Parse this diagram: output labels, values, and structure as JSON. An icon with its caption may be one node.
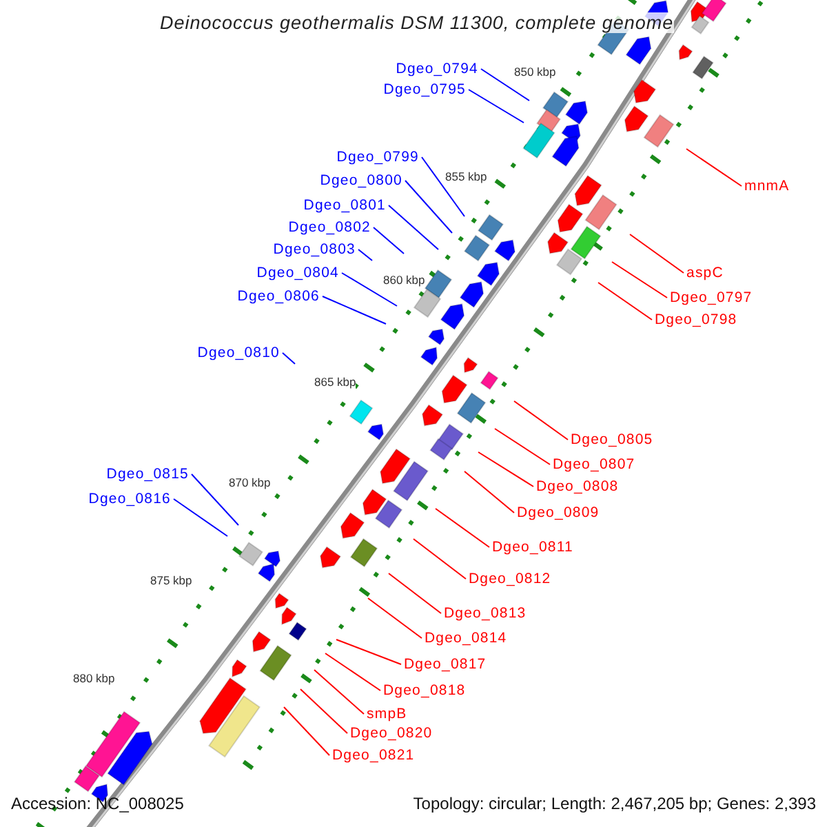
{
  "diagram": {
    "title": "Deinococcus geothermalis DSM 11300, complete genome",
    "nodes": [
      {
        "text": [
          "Dgeo_0794"
        ]
      },
      {
        "text": [
          "Dgeo_0795"
        ]
      },
      {
        "text": [
          "Dgeo_0799"
        ]
      },
      {
        "text": [
          "Dgeo_0800"
        ]
      },
      {
        "text": [
          "Dgeo_0801"
        ]
      },
      {
        "text": [
          "Dgeo_0802"
        ]
      },
      {
        "text": [
          "Dgeo_0803"
        ]
      },
      {
        "text": [
          "Dgeo_0804"
        ]
      },
      {
        "text": [
          "Dgeo_0806"
        ]
      },
      {
        "text": [
          "Dgeo_0810"
        ]
      },
      {
        "text": [
          "Dgeo_0815"
        ]
      },
      {
        "text": [
          "Dgeo_0816"
        ]
      },
      {
        "text": [
          "mnmA"
        ]
      },
      {
        "text": [
          "aspC"
        ]
      },
      {
        "text": [
          "Dgeo_0797"
        ]
      },
      {
        "text": [
          "Dgeo_0798"
        ]
      },
      {
        "text": [
          "Dgeo_0805"
        ]
      },
      {
        "text": [
          "Dgeo_0807"
        ]
      },
      {
        "text": [
          "Dgeo_0808"
        ]
      },
      {
        "text": [
          "Dgeo_0809"
        ]
      },
      {
        "text": [
          "Dgeo_0811"
        ]
      },
      {
        "text": [
          "Dgeo_0812"
        ]
      },
      {
        "text": [
          "Dgeo_0813"
        ]
      },
      {
        "text": [
          "Dgeo_0814"
        ]
      },
      {
        "text": [
          "Dgeo_0817"
        ]
      },
      {
        "text": [
          "Dgeo_0818"
        ]
      },
      {
        "text": [
          "smpB"
        ]
      },
      {
        "text": [
          "Dgeo_0820"
        ]
      },
      {
        "text": [
          "Dgeo_0821"
        ]
      }
    ],
    "edges": [
      {
        "from": 0,
        "to": null,
        "arrow": "none",
        "color": "#0000ff"
      },
      {
        "from": 1,
        "to": null,
        "arrow": "none",
        "color": "#0000ff"
      },
      {
        "from": 2,
        "to": null,
        "arrow": "none",
        "color": "#0000ff"
      },
      {
        "from": 3,
        "to": null,
        "arrow": "none",
        "color": "#0000ff"
      },
      {
        "from": 4,
        "to": null,
        "arrow": "none",
        "color": "#0000ff"
      },
      {
        "from": 5,
        "to": null,
        "arrow": "none",
        "color": "#0000ff"
      },
      {
        "from": 6,
        "to": null,
        "arrow": "none",
        "color": "#0000ff"
      },
      {
        "from": 7,
        "to": null,
        "arrow": "none",
        "color": "#0000ff"
      },
      {
        "from": 8,
        "to": null,
        "arrow": "none",
        "color": "#0000ff"
      },
      {
        "from": 9,
        "to": null,
        "arrow": "none",
        "color": "#0000ff"
      },
      {
        "from": 10,
        "to": null,
        "arrow": "none",
        "color": "#0000ff"
      },
      {
        "from": 11,
        "to": null,
        "arrow": "none",
        "color": "#0000ff"
      },
      {
        "from": 12,
        "to": null,
        "arrow": "none"
      },
      {
        "from": 13,
        "to": null,
        "arrow": "none"
      },
      {
        "from": 14,
        "to": null,
        "arrow": "none"
      },
      {
        "from": 15,
        "to": null,
        "arrow": "none"
      },
      {
        "from": 16,
        "to": null,
        "arrow": "none"
      },
      {
        "from": 17,
        "to": null,
        "arrow": "none"
      },
      {
        "from": 18,
        "to": null,
        "arrow": "none"
      },
      {
        "from": 19,
        "to": null,
        "arrow": "none"
      },
      {
        "from": 20,
        "to": null,
        "arrow": "none"
      },
      {
        "from": 21,
        "to": null,
        "arrow": "none"
      },
      {
        "from": 22,
        "to": null,
        "arrow": "none"
      },
      {
        "from": 23,
        "to": null,
        "arrow": "none"
      },
      {
        "from": 24,
        "to": null,
        "arrow": "none"
      },
      {
        "from": 25,
        "to": null,
        "arrow": "none"
      },
      {
        "from": 26,
        "to": null,
        "arrow": "none"
      },
      {
        "from": 27,
        "to": null,
        "arrow": "none"
      },
      {
        "from": 28,
        "to": null,
        "arrow": "none"
      }
    ],
    "labels": [
      "850 kbp",
      "855 kbp",
      "860 kbp",
      "865 kbp",
      "870 kbp",
      "875 kbp",
      "880 kbp",
      "Accession: NC_008025",
      "Topology: circular; Length: 2,467,205 bp; Genes: 2,393"
    ]
  }
}
